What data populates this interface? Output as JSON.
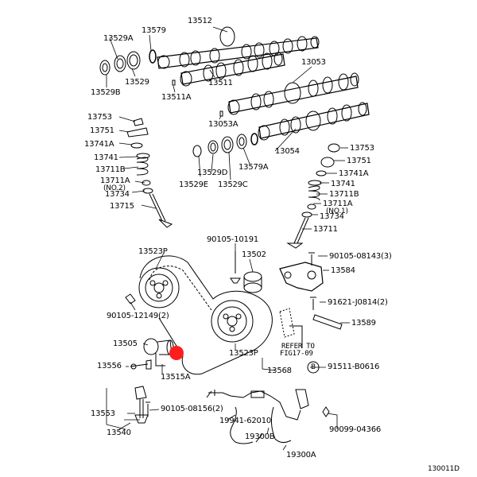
{
  "diagram": {
    "code": "130011D",
    "highlight_color": "#ff1e1e",
    "refer_note": [
      "REFER TO",
      "FIG17-09"
    ],
    "circle_marker": "B",
    "labels": {
      "p13512": "13512",
      "p13579": "13579",
      "p13529A": "13529A",
      "p13529": "13529",
      "p13529B": "13529B",
      "p13511": "13511",
      "p13511A": "13511A",
      "p13053": "13053",
      "p13053A": "13053A",
      "p13054": "13054",
      "p13579A": "13579A",
      "p13529D": "13529D",
      "p13529E": "13529E",
      "p13529C": "13529C",
      "p13753L": "13753",
      "p13751L": "13751",
      "p13741AL": "13741A",
      "p13741L": "13741",
      "p13711BL": "13711B",
      "p13711AL": "13711A",
      "p13711AL_no": "(NO.2)",
      "p13734L": "13734",
      "p13715": "13715",
      "p13753R": "13753",
      "p13751R": "13751",
      "p13741AR": "13741A",
      "p13741R": "13741",
      "p13711BR": "13711B",
      "p13711AR": "13711A",
      "p13711AR_no": "(NO.1)",
      "p13734R": "13734",
      "p13711": "13711",
      "p90105_10191": "90105-10191",
      "p13523P_top": "13523P",
      "p13502": "13502",
      "p90105_08143": "90105-08143(3)",
      "p13584": "13584",
      "p90105_12149": "90105-12149(2)",
      "p91621": "91621-J0814(2)",
      "p13589": "13589",
      "p13505": "13505",
      "p13523P_bot": "13523P",
      "p13556": "13556",
      "p13515A": "13515A",
      "p13568": "13568",
      "p91511": "91511-B0616",
      "p90105_08156": "90105-08156(2)",
      "p13553": "13553",
      "p13540": "13540",
      "p19941": "19941-62010",
      "p19300B": "19300B",
      "p90099": "90099-04366",
      "p19300A": "19300A"
    }
  }
}
